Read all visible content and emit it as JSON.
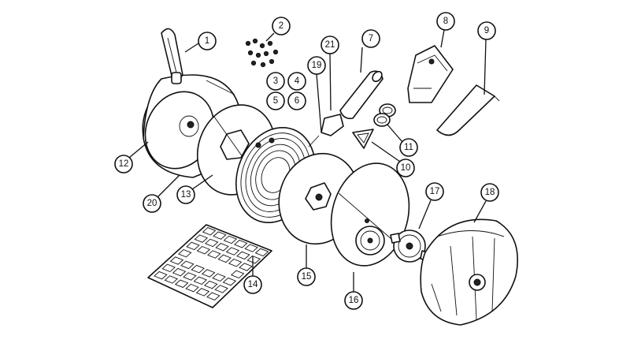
{
  "colors": {
    "ink": "#111111",
    "background": "#ffffff"
  },
  "callouts": [
    {
      "id": "c1",
      "label": "1"
    },
    {
      "id": "c2",
      "label": "2"
    },
    {
      "id": "c3",
      "label": "3"
    },
    {
      "id": "c4",
      "label": "4"
    },
    {
      "id": "c5",
      "label": "5"
    },
    {
      "id": "c6",
      "label": "6"
    },
    {
      "id": "c7",
      "label": "7"
    },
    {
      "id": "c8",
      "label": "8"
    },
    {
      "id": "c9",
      "label": "9"
    },
    {
      "id": "c10",
      "label": "10"
    },
    {
      "id": "c11",
      "label": "11"
    },
    {
      "id": "c12",
      "label": "12"
    },
    {
      "id": "c13",
      "label": "13"
    },
    {
      "id": "c14",
      "label": "14"
    },
    {
      "id": "c15",
      "label": "15"
    },
    {
      "id": "c16",
      "label": "16"
    },
    {
      "id": "c17",
      "label": "17"
    },
    {
      "id": "c18",
      "label": "18"
    },
    {
      "id": "c19",
      "label": "19"
    },
    {
      "id": "c20",
      "label": "20"
    },
    {
      "id": "c21",
      "label": "21"
    }
  ]
}
